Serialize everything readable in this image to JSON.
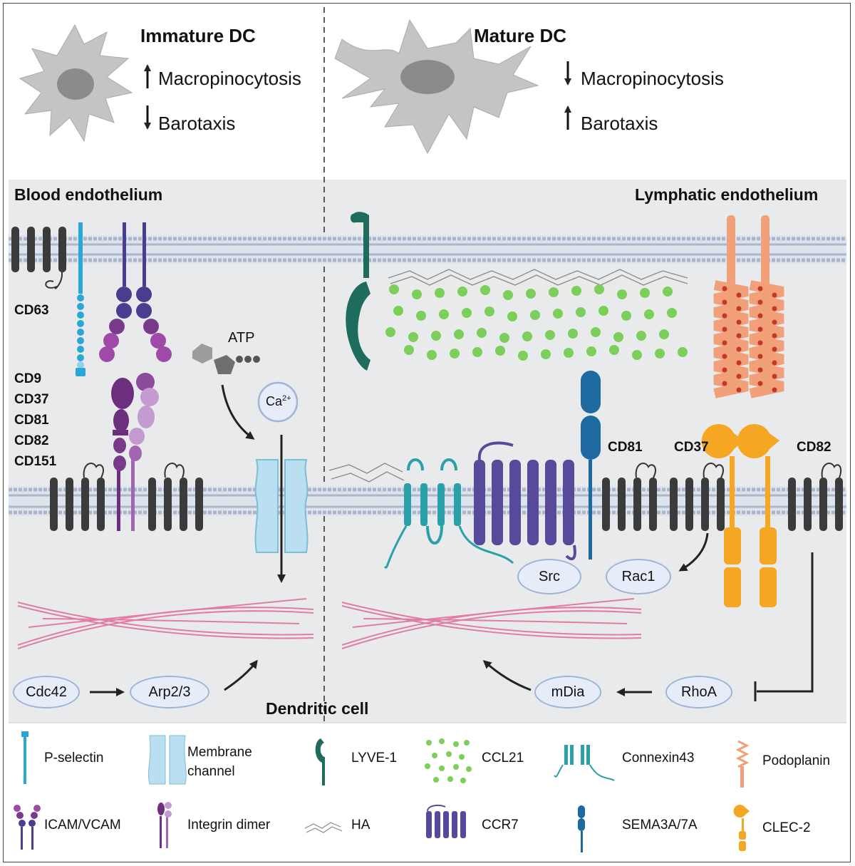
{
  "top": {
    "immature": {
      "title": "Immature DC",
      "up": "Macropinocytosis",
      "down": "Barotaxis"
    },
    "mature": {
      "title": "Mature DC",
      "down": "Macropinocytosis",
      "up": "Barotaxis"
    }
  },
  "regions": {
    "blood": "Blood endothelium",
    "lymphatic": "Lymphatic endothelium",
    "dc": "Dendritic cell"
  },
  "labels": {
    "cd63": "CD63",
    "tetraspanins": [
      "CD9",
      "CD37",
      "CD81",
      "CD82",
      "CD151"
    ],
    "atp": "ATP",
    "ca_base": "Ca",
    "ca_sup": "2+",
    "cd81": "CD81",
    "cd37": "CD37",
    "cd82": "CD82"
  },
  "nodes": {
    "cdc42": "Cdc42",
    "arp": "Arp2/3",
    "src": "Src",
    "rac1": "Rac1",
    "mdia": "mDia",
    "rhoa": "RhoA"
  },
  "legend": [
    {
      "label": "P-selectin",
      "icon": "p-selectin-icon"
    },
    {
      "label": "Membrane channel",
      "icon": "membrane-channel-icon"
    },
    {
      "label": "LYVE-1",
      "icon": "lyve1-icon"
    },
    {
      "label": "CCL21",
      "icon": "ccl21-icon"
    },
    {
      "label": "Connexin43",
      "icon": "connexin43-icon"
    },
    {
      "label": "Podoplanin",
      "icon": "podoplanin-icon"
    },
    {
      "label": "ICAM/VCAM",
      "icon": "icam-vcam-icon"
    },
    {
      "label": "Integrin dimer",
      "icon": "integrin-dimer-icon"
    },
    {
      "label": "HA",
      "icon": "ha-icon"
    },
    {
      "label": "CCR7",
      "icon": "ccr7-icon"
    },
    {
      "label": "SEMA3A/7A",
      "icon": "sema-icon"
    },
    {
      "label": "CLEC-2",
      "icon": "clec2-icon"
    }
  ],
  "colors": {
    "panel": "#e9eaec",
    "membrane": "#aeb9cc",
    "tetraspanin": "#3b3b3b",
    "pselectin": "#2aa7d6",
    "icam": "#4a3c8e",
    "integrin": "#7a3a8c",
    "lyve1": "#1f6b5c",
    "ccl21": "#7ccf5a",
    "connexin": "#2aa0a8",
    "ccr7": "#574a9a",
    "sema": "#1e6aa0",
    "podoplanin": "#f2a07a",
    "clec2": "#f5a623",
    "actin": "#e06a96",
    "node_fill": "#e6edf8"
  }
}
